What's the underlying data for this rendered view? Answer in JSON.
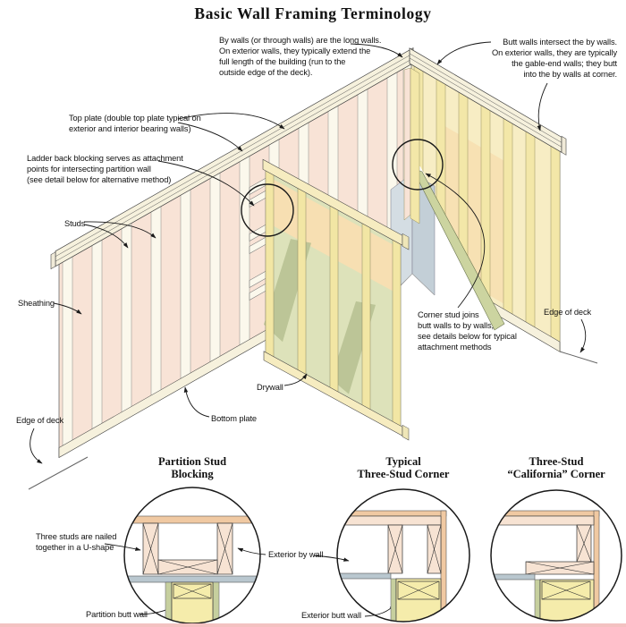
{
  "page": {
    "title": "Basic Wall Framing Terminology"
  },
  "colors": {
    "sheathing_pink": "#f8e3d6",
    "stud_cream": "#fbf8ec",
    "plate_cream": "#f6f1dd",
    "wall_yellow": "#f7edc4",
    "stud_yellow": "#f3e7a8",
    "partition_green": "#dde2ba",
    "brace_green": "#ccd4a0",
    "drywall_blue_light": "#d4dde3",
    "drywall_blue_dark": "#c3cfd7",
    "sheathing_orange": "#f0c9a2",
    "detail_pink": "#f7e3d3",
    "detail_yellow": "#f5ecab",
    "detail_green_strip": "#c6cf9e",
    "detail_drywall": "#b9c7cf",
    "bottom_rule": "#f4c1c1"
  },
  "main_labels": {
    "by_walls": "By walls (or through walls) are the long walls.\nOn exterior walls, they typically extend the\nfull length of the building (run to the\noutside edge of the deck).",
    "butt_walls": "Butt walls intersect the by walls.\nOn exterior walls, they are typically\nthe gable-end walls; they butt\ninto the by walls at corner.",
    "top_plate": "Top plate (double top plate typical on\nexterior and interior bearing walls)",
    "ladder_blocking": "Ladder back blocking serves as attachment\npoints for intersecting partition wall\n(see detail below for alternative method)",
    "studs": "Studs",
    "sheathing": "Sheathing",
    "edge_of_deck_left": "Edge of deck",
    "drywall": "Drywall",
    "bottom_plate": "Bottom plate",
    "corner_stud": "Corner stud joins\nbutt walls to by walls,\nsee details below for typical\nattachment methods",
    "edge_of_deck_right": "Edge of deck"
  },
  "details": {
    "partition_stud_blocking": {
      "title": "Partition Stud\nBlocking",
      "labels": {
        "three_studs": "Three studs are nailed\ntogether in a U-shape",
        "partition_butt_wall": "Partition butt wall"
      }
    },
    "typical_three_stud_corner": {
      "title": "Typical\nThree-Stud Corner",
      "labels": {
        "exterior_by_wall": "Exterior by wall",
        "exterior_butt_wall": "Exterior butt wall"
      }
    },
    "california_corner": {
      "title": "Three-Stud\n“California” Corner"
    }
  }
}
